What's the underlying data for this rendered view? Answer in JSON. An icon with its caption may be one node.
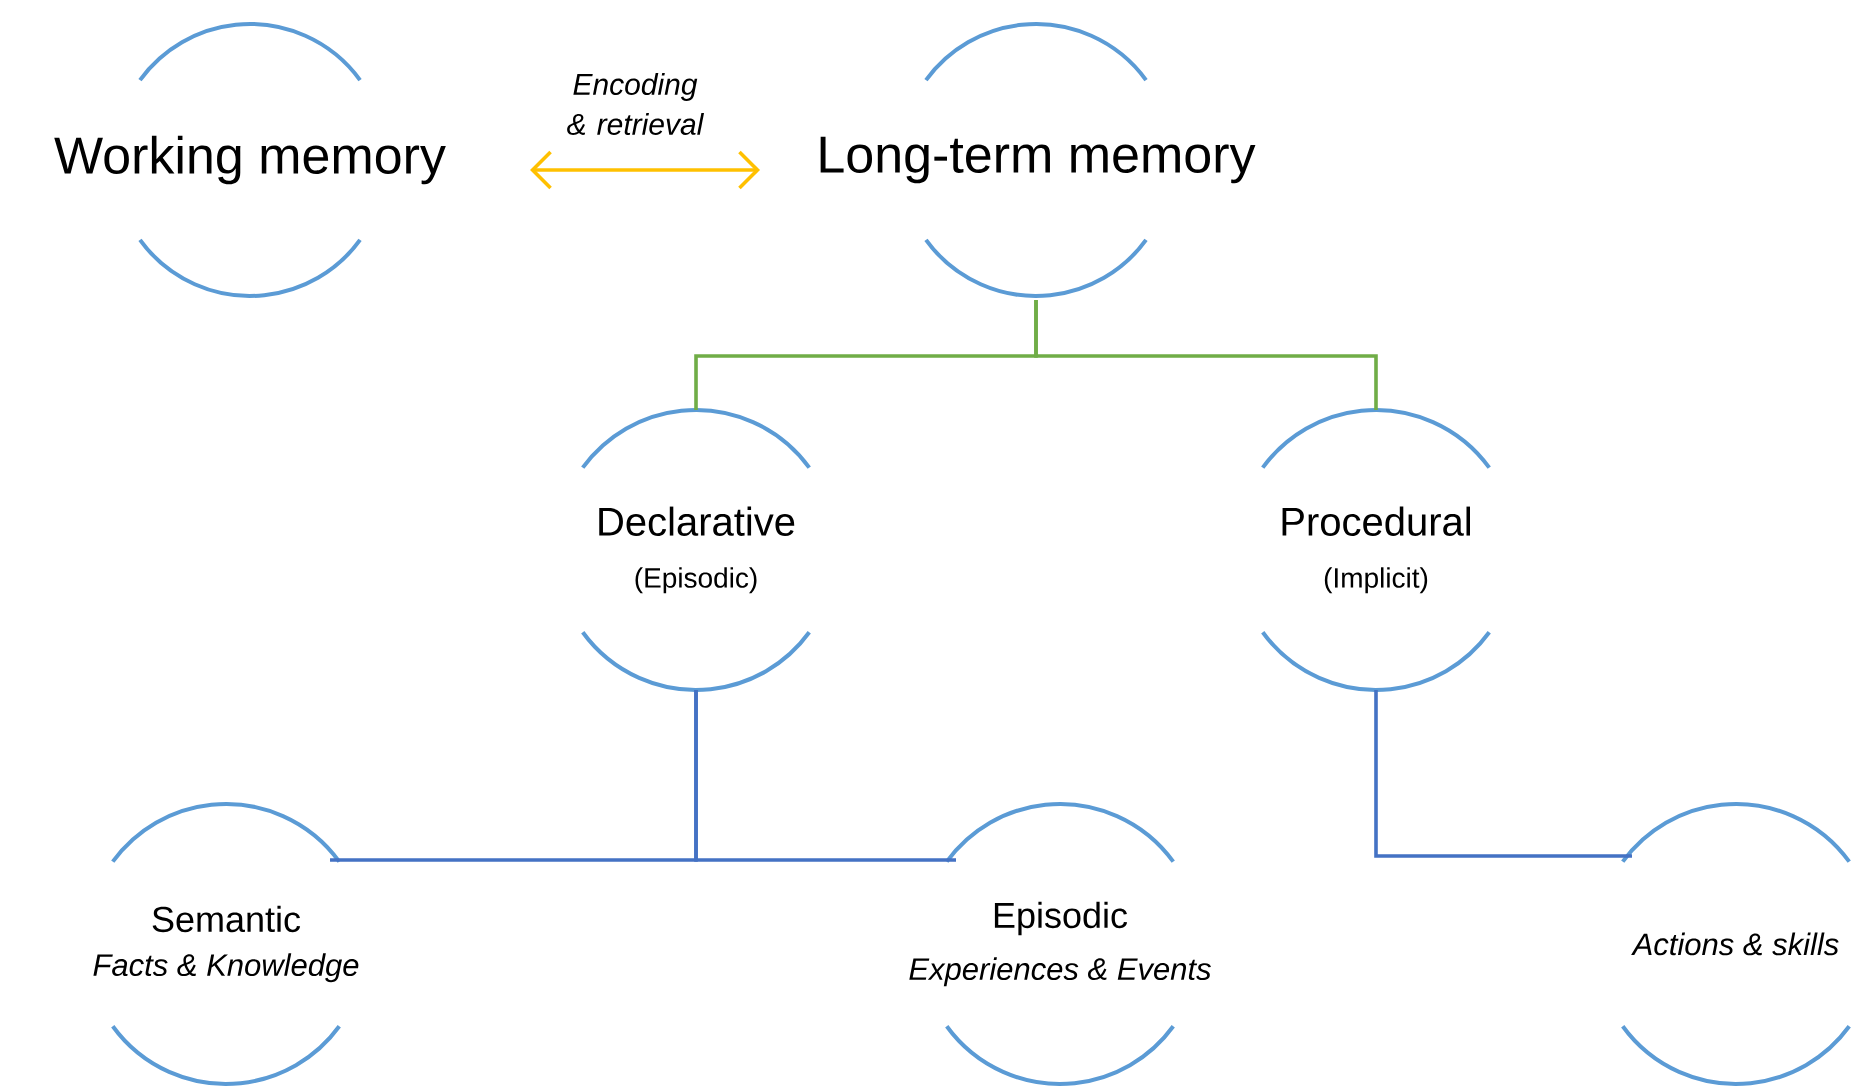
{
  "diagram": {
    "nodes": [
      {
        "text": [
          "Working memory"
        ]
      },
      {
        "text": [
          "Long-term memory"
        ]
      },
      {
        "text": [
          "Declarative",
          "(Episodic)"
        ]
      },
      {
        "text": [
          "Procedural",
          "(Implicit)"
        ]
      },
      {
        "text": [
          "Semantic",
          "Facts & Knowledge"
        ]
      },
      {
        "text": [
          "Episodic",
          "Experiences & Events"
        ]
      },
      {
        "text": [
          "Actions & skills"
        ]
      }
    ],
    "edges": [
      {
        "from": 0,
        "to": 1,
        "arrow": "both",
        "label": "Encoding & retrieval",
        "color": "#ffc000"
      },
      {
        "from": 1,
        "to": 2,
        "arrow": "none",
        "color": "#70ad47"
      },
      {
        "from": 1,
        "to": 3,
        "arrow": "none",
        "color": "#70ad47"
      },
      {
        "from": 2,
        "to": 4,
        "arrow": "none"
      },
      {
        "from": 2,
        "to": 5,
        "arrow": "none"
      },
      {
        "from": 3,
        "to": 6,
        "arrow": "none"
      }
    ]
  }
}
